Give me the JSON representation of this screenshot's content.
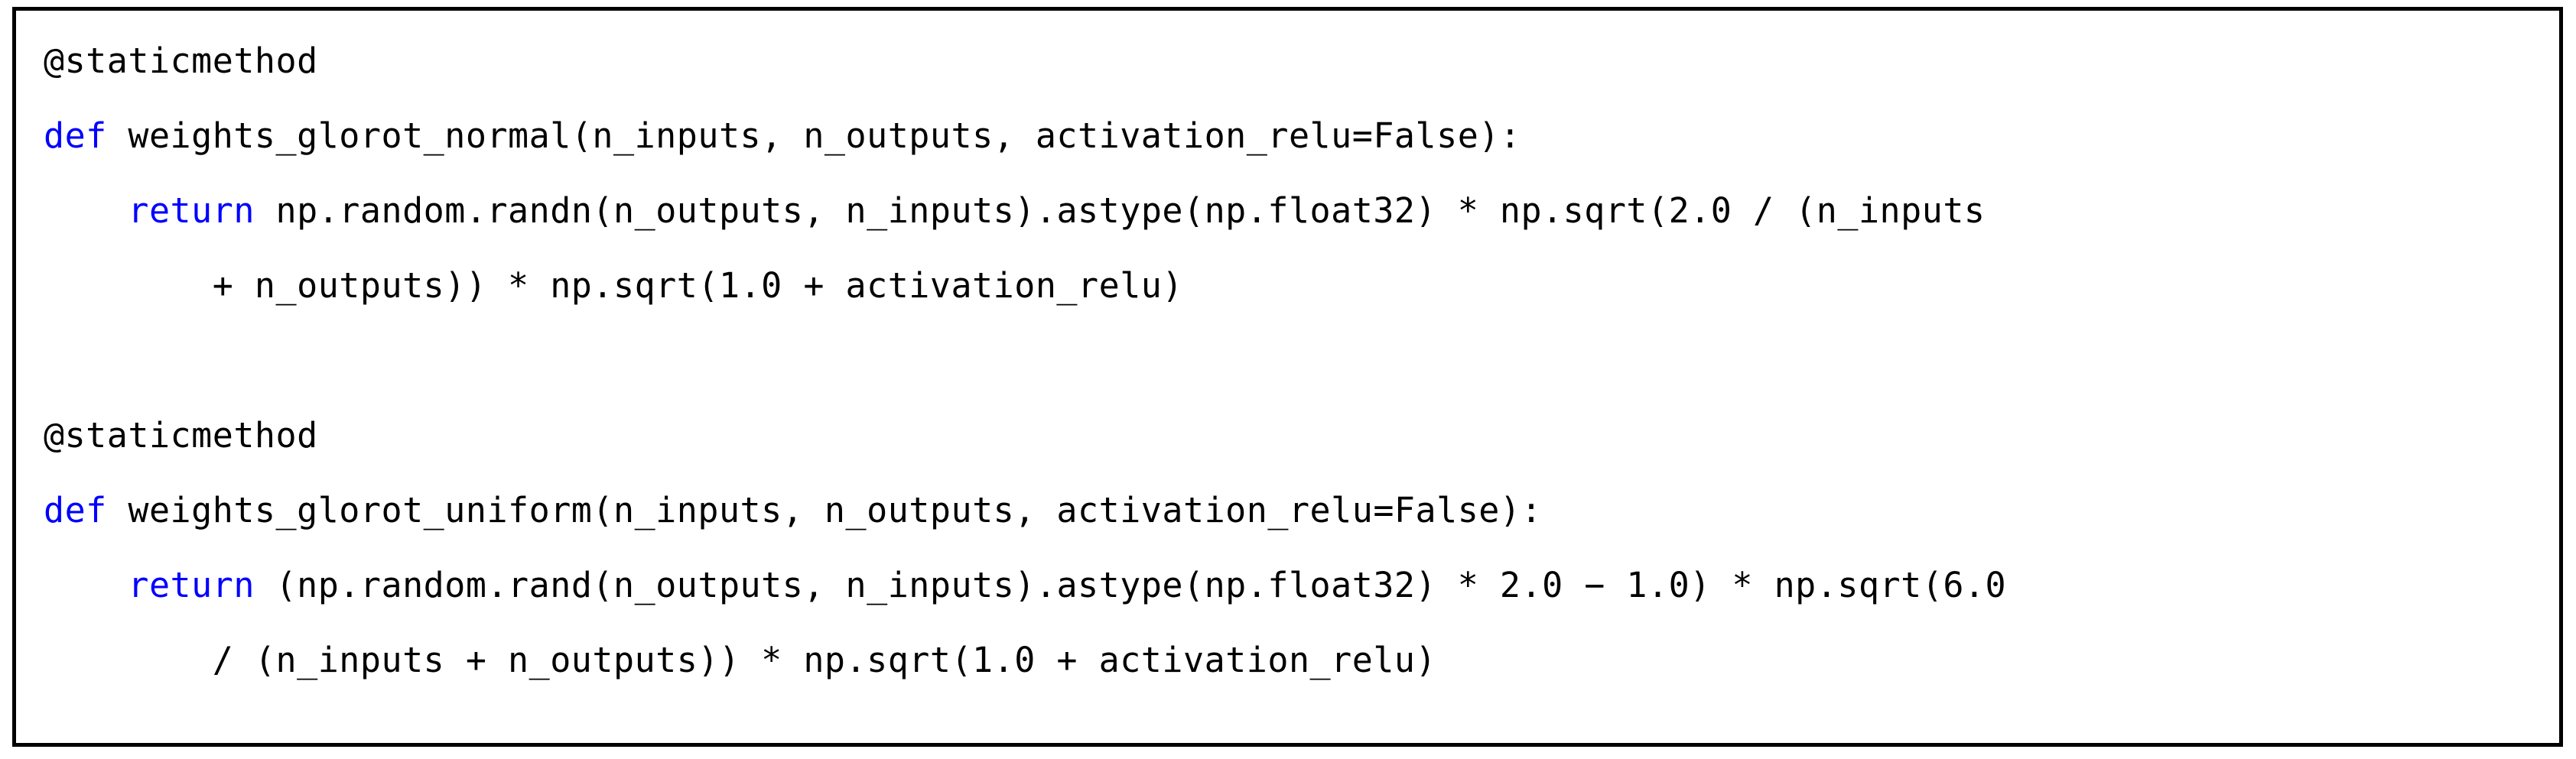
{
  "figure": {
    "kind": "code-listing",
    "language": "python",
    "border_color": "#000000",
    "background_color": "#ffffff",
    "text_color": "#000000",
    "keyword_color": "#0000FF"
  },
  "code": {
    "lines": [
      {
        "index": 0,
        "keyword": "",
        "rest": "@staticmethod",
        "text": "@staticmethod"
      },
      {
        "index": 1,
        "keyword": "def",
        "rest": " weights_glorot_normal(n_inputs, n_outputs, activation_relu=False):",
        "text": "def weights_glorot_normal(n_inputs, n_outputs, activation_relu=False):"
      },
      {
        "index": 2,
        "keyword": "    return",
        "rest": " np.random.randn(n_outputs, n_inputs).astype(np.float32) * np.sqrt(2.0 / (n_inputs",
        "text": "    return np.random.randn(n_outputs, n_inputs).astype(np.float32) * np.sqrt(2.0 / (n_inputs"
      },
      {
        "index": 3,
        "keyword": "",
        "rest": "        + n_outputs)) * np.sqrt(1.0 + activation_relu)",
        "text": "        + n_outputs)) * np.sqrt(1.0 + activation_relu)"
      },
      {
        "index": 4,
        "keyword": "",
        "rest": "",
        "text": ""
      },
      {
        "index": 5,
        "keyword": "",
        "rest": "@staticmethod",
        "text": "@staticmethod"
      },
      {
        "index": 6,
        "keyword": "def",
        "rest": " weights_glorot_uniform(n_inputs, n_outputs, activation_relu=False):",
        "text": "def weights_glorot_uniform(n_inputs, n_outputs, activation_relu=False):"
      },
      {
        "index": 7,
        "keyword": "    return",
        "rest": " (np.random.rand(n_outputs, n_inputs).astype(np.float32) * 2.0 − 1.0) * np.sqrt(6.0",
        "text": "    return (np.random.rand(n_outputs, n_inputs).astype(np.float32) * 2.0 − 1.0) * np.sqrt(6.0"
      },
      {
        "index": 8,
        "keyword": "",
        "rest": "        / (n_inputs + n_outputs)) * np.sqrt(1.0 + activation_relu)",
        "text": "        / (n_inputs + n_outputs)) * np.sqrt(1.0 + activation_relu)"
      }
    ]
  }
}
